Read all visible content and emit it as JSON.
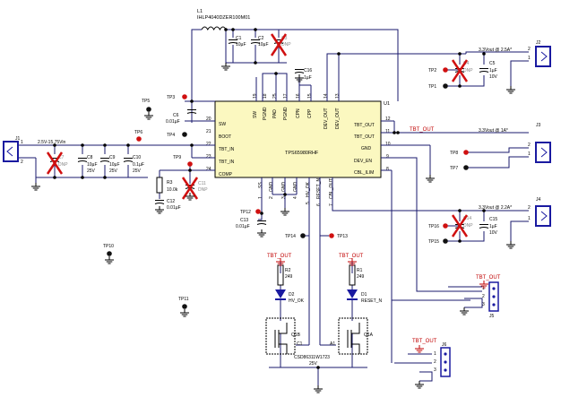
{
  "inductor": {
    "ref": "L1",
    "part": "IHLP4040DZER100M01"
  },
  "ic": {
    "ref": "U1",
    "part": "TPS65980RHF",
    "left_pins": [
      {
        "num": "20",
        "name": "SW"
      },
      {
        "num": "21",
        "name": "BOOT"
      },
      {
        "num": "22",
        "name": "TBT_IN"
      },
      {
        "num": "23",
        "name": "TBT_IN"
      },
      {
        "num": "24",
        "name": "COMP"
      }
    ],
    "right_pins": [
      {
        "num": "12",
        "name": "TBT_OUT"
      },
      {
        "num": "11",
        "name": "TBT_OUT"
      },
      {
        "num": "10",
        "name": "GND"
      },
      {
        "num": "9",
        "name": "DEV_EN"
      },
      {
        "num": "8",
        "name": "CBL_ILIM"
      }
    ],
    "top_pins": [
      {
        "num": "19",
        "name": "SW"
      },
      {
        "num": "18",
        "name": "PGND"
      },
      {
        "num": "25",
        "name": "PAD"
      },
      {
        "num": "17",
        "name": "PGND"
      },
      {
        "num": "16",
        "name": "CPN"
      },
      {
        "num": "15",
        "name": "CPP"
      },
      {
        "num": "14",
        "name": "DEV_OUT"
      },
      {
        "num": "13",
        "name": "DEV_OUT"
      }
    ],
    "bottom_pins": [
      {
        "num": "1",
        "name": "SS"
      },
      {
        "num": "2",
        "name": "GND"
      },
      {
        "num": "3",
        "name": "GND"
      },
      {
        "num": "4",
        "name": "GND"
      },
      {
        "num": "5",
        "name": "HV_OK"
      },
      {
        "num": "6",
        "name": "RESET_N"
      },
      {
        "num": "7",
        "name": "CBL_OUT"
      }
    ]
  },
  "caps": {
    "c1": {
      "ref": "C1",
      "val": "10µF"
    },
    "c2": {
      "ref": "C2",
      "val": "10µF"
    },
    "c3": {
      "ref": "C3",
      "val": "DNP"
    },
    "c16": {
      "ref": "C16",
      "val": "1µF"
    },
    "c6": {
      "ref": "C6",
      "val": "0.01µF"
    },
    "c8": {
      "ref": "C8",
      "val": "10µF",
      "volt": "25V"
    },
    "c9": {
      "ref": "C9",
      "val": "10µF",
      "volt": "25V"
    },
    "c10": {
      "ref": "C10",
      "val": "0.1µF",
      "volt": "25V"
    },
    "c7": {
      "ref": "C7",
      "val": "DNP"
    },
    "c11": {
      "ref": "C11",
      "val": "DNP"
    },
    "c12": {
      "ref": "C12",
      "val": "0.01µF"
    },
    "c13": {
      "ref": "C13",
      "val": "0.01µF"
    },
    "c4": {
      "ref": "C4",
      "val": "DNP"
    },
    "c5": {
      "ref": "C5",
      "val": "1µF",
      "volt": "10V"
    },
    "c14": {
      "ref": "C14",
      "val": "DNP"
    },
    "c15": {
      "ref": "C15",
      "val": "1µF",
      "volt": "10V"
    }
  },
  "resistors": {
    "r3": {
      "ref": "R3",
      "val": "10.0k"
    },
    "r2": {
      "ref": "R2",
      "val": "249"
    },
    "r1": {
      "ref": "R1",
      "val": "249"
    }
  },
  "diodes": {
    "d2": {
      "ref": "D2",
      "label": "HV_OK"
    },
    "d1": {
      "ref": "D1",
      "label": "RESET_N"
    }
  },
  "fets": {
    "q1b": "Q1B",
    "q1a": "Q1A",
    "part": "CSD86311W1723",
    "volt": "25V",
    "c1": "C1",
    "a1": "A1"
  },
  "testpoints": [
    "TP1",
    "TP2",
    "TP3",
    "TP4",
    "TP5",
    "TP6",
    "TP7",
    "TP8",
    "TP9",
    "TP10",
    "TP11",
    "TP12",
    "TP13",
    "TP14",
    "TP15",
    "TP16"
  ],
  "connectors": {
    "j1": {
      "ref": "J1",
      "label": "2.5V-15.75Vin"
    },
    "j2": {
      "ref": "J2",
      "label": "3.3Vout @ 2.5A*"
    },
    "j3": {
      "ref": "J3",
      "label": "3.3Vout @ 1A*"
    },
    "j4": {
      "ref": "J4",
      "label": "3.3Vout @ 2.2A*"
    },
    "j5": {
      "ref": "J5"
    },
    "j6": {
      "ref": "J6"
    }
  },
  "nets": {
    "tbt_out": "TBT_OUT"
  },
  "pinnums": {
    "p1": "1",
    "p2": "2",
    "p3": "3"
  },
  "colors": {
    "wire": "#1a1a6e",
    "dnp_cross": "#d01010",
    "ic_fill": "#fbf8c0",
    "connector": "#1a1aa0",
    "net_label": "#c00000"
  }
}
